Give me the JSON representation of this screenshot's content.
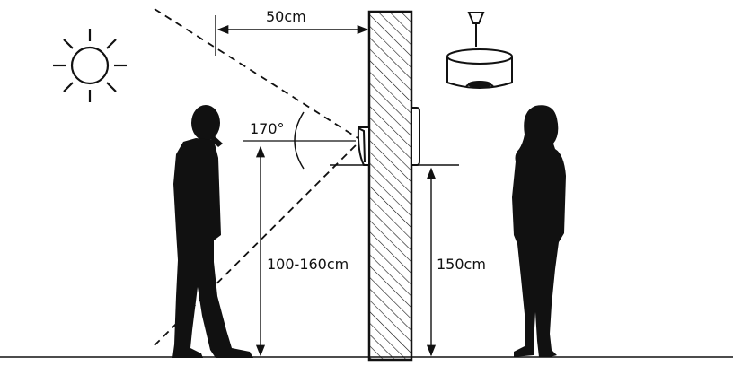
{
  "labels": {
    "distance": "50cm",
    "angle": "170°",
    "camera_height": "100-160cm",
    "monitor_height": "150cm"
  },
  "icons": {
    "sun": "sun-icon",
    "lamp": "ceiling-lamp-icon",
    "man": "man-silhouette",
    "woman": "woman-silhouette"
  },
  "colors": {
    "ink": "#111111",
    "background": "#ffffff"
  }
}
